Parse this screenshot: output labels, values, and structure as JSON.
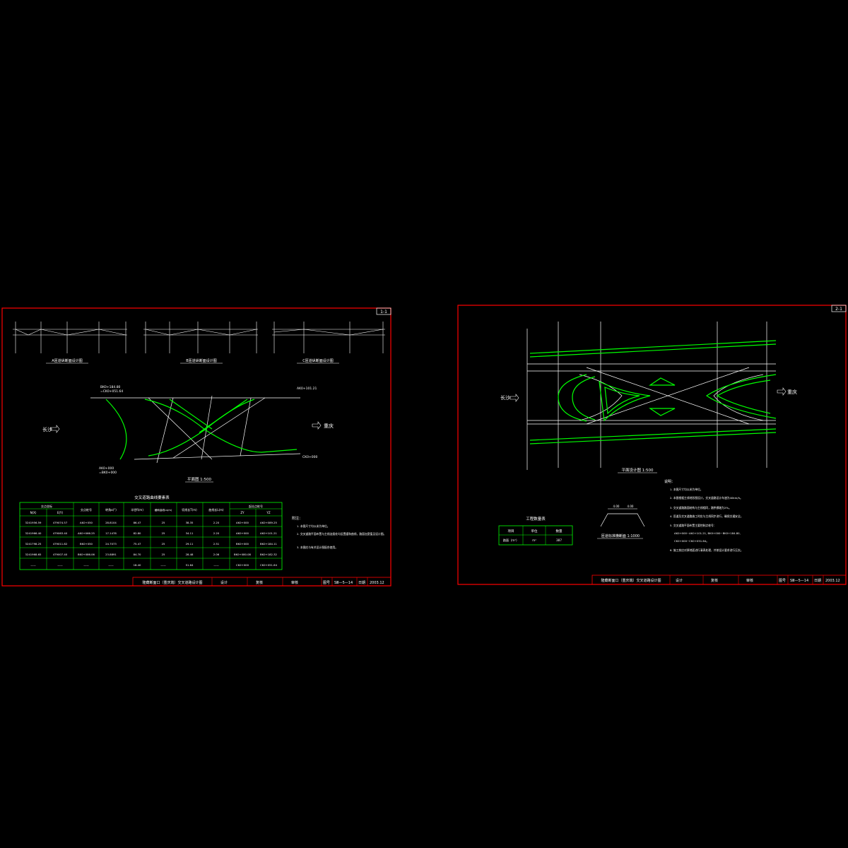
{
  "left_sheet": {
    "sheet_no": "1-1",
    "profile_titles": [
      "A匝道纵断面设计图",
      "B匝道纵断面设计图",
      "C匝道纵断面设计图"
    ],
    "plan": {
      "title": "平面图 1:500",
      "to_left": "长沙",
      "to_right": "重庆",
      "station_top_left_1": "BK0+184.80",
      "station_top_left_2": "=CK0+051.64",
      "station_top_right": "AK0+101.21",
      "station_bottom_left_1": "AK0+000",
      "station_bottom_left_2": "=BK0+000",
      "station_bottom_right": "CK0+000"
    },
    "table": {
      "title": "交叉道路曲线要素表",
      "group_headers": [
        "交点坐标",
        "起讫点桩号"
      ],
      "headers": [
        "N(X)",
        "E(Y)",
        "交点桩号",
        "转角α(°)",
        "半径R(m)",
        "缓和曲线Ls(m)",
        "切线长T(m)",
        "曲线长L(m)",
        "外距E(m)",
        "ZY",
        "YZ"
      ],
      "rows": [
        [
          "3241956.59",
          "479074.57",
          "AK0+050",
          "28.8104",
          "86.47",
          "25",
          "38.35",
          "2.20",
          "AK0+000",
          "AK0+089.25"
        ],
        [
          "3241966.40",
          "479063.40",
          "AK0+066.25",
          "17.1478",
          "82.80",
          "25",
          "34.11",
          "2.20",
          "AK0+000",
          "AK0+101.21"
        ],
        [
          "3241798.25",
          "479011.82",
          "BK0+050",
          "24.7073",
          "75.47",
          "25",
          "29.11",
          "2.51",
          "BK0+000",
          "BK0+184.11"
        ],
        [
          "3241968.65",
          "479007.40",
          "BK0+086.06",
          "23.8891",
          "84.70",
          "25",
          "28.48",
          "2.06",
          "BK0+080.08",
          "BK0+182.32"
        ],
        [
          "——",
          "——",
          "——",
          "——",
          "18.40",
          "——",
          "51.64",
          "——",
          "CK0+000",
          "CK0+051.64"
        ]
      ]
    },
    "notes_title": "附注：",
    "notes": [
      "1. 本图尺寸均以米为单位。",
      "2. 交叉道路平面布置与主线连接处均设置缓和曲线，路面加宽值见设计图。",
      "3. 本图应与有关设计图配合使用。"
    ],
    "title_block": {
      "title": "隆藏断面口（重庆端）交叉道路设计图",
      "design": "设计",
      "check": "复核",
      "review": "审核",
      "drawing_no_label": "图号",
      "drawing_no": "SⅢ—5—14",
      "date_label": "日期",
      "date": "2003.12"
    }
  },
  "right_sheet": {
    "sheet_no": "2-1",
    "plan": {
      "title": "平面设计图 1:500",
      "to_left": "长沙",
      "to_right": "重庆"
    },
    "section_title": "匝道标准横断面 1:1000",
    "section_widths": [
      "4.00",
      "4.00"
    ],
    "table": {
      "title": "工程数量表",
      "headers": [
        "项目",
        "单位",
        "数量"
      ],
      "rows": [
        [
          "路面（m²）",
          "m²",
          "387"
        ]
      ]
    },
    "notes_title": "说明：",
    "notes": [
      "1. 本图尺寸均以米为单位。",
      "2. 本图根据主线地形图设计，交叉道路设计车速为40km/h。",
      "3. 交叉道路路面结构与主线相同，路拱横坡为2%。",
      "4. 匝道及交叉道路施工时应与主线同步进行，确保交通安全。",
      "5. 交叉道路平面布置主要控制点桩号：",
      "AK0+000~AK0+101.21, BK0+000~BK0+184.80,",
      "CK0+000~CK0+051.64。",
      "6. 施工前应对原地面进行清表处理，并按设计要求进行压实。"
    ],
    "title_block": {
      "title": "隆藏断面口（重庆端）交叉道路设计图",
      "design": "设计",
      "check": "复核",
      "review": "审核",
      "drawing_no_label": "图号",
      "drawing_no": "SⅢ—5—14",
      "date_label": "日期",
      "date": "2003.12"
    }
  },
  "colors": {
    "background": "#000000",
    "frame": "#ff0000",
    "road": "#00ff00",
    "line": "#ffffff"
  }
}
